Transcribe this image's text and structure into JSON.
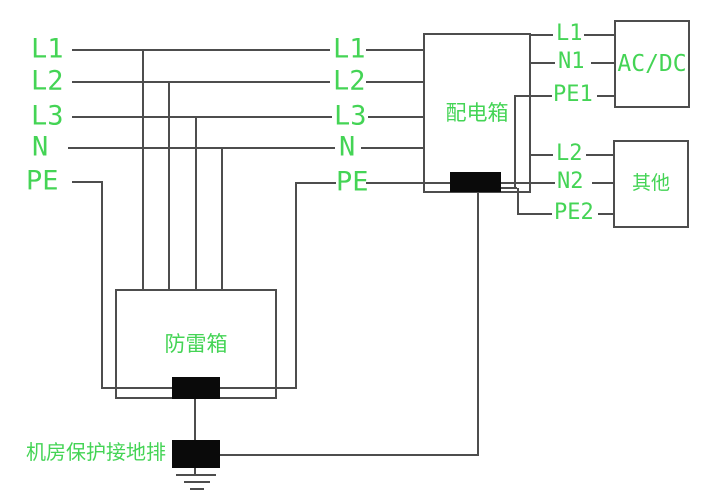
{
  "circuit": {
    "colors": {
      "label_green": "#44d455",
      "wire_gray": "#4d4d4d",
      "busbar_black": "#0a0a0a",
      "background": "#ffffff"
    },
    "incoming_phases": [
      "L1",
      "L2",
      "L3",
      "N",
      "PE"
    ],
    "panel_input_phases": [
      "L1",
      "L2",
      "L3",
      "N",
      "PE"
    ],
    "boxes": {
      "distribution": "配电箱",
      "surge_protector": "防雷箱",
      "acdc": "AC/DC",
      "other": "其他"
    },
    "acdc_feed": [
      "L1",
      "N1",
      "PE1"
    ],
    "other_feed": [
      "L2",
      "N2",
      "PE2"
    ],
    "ground_bar_label": "机房保护接地排"
  }
}
